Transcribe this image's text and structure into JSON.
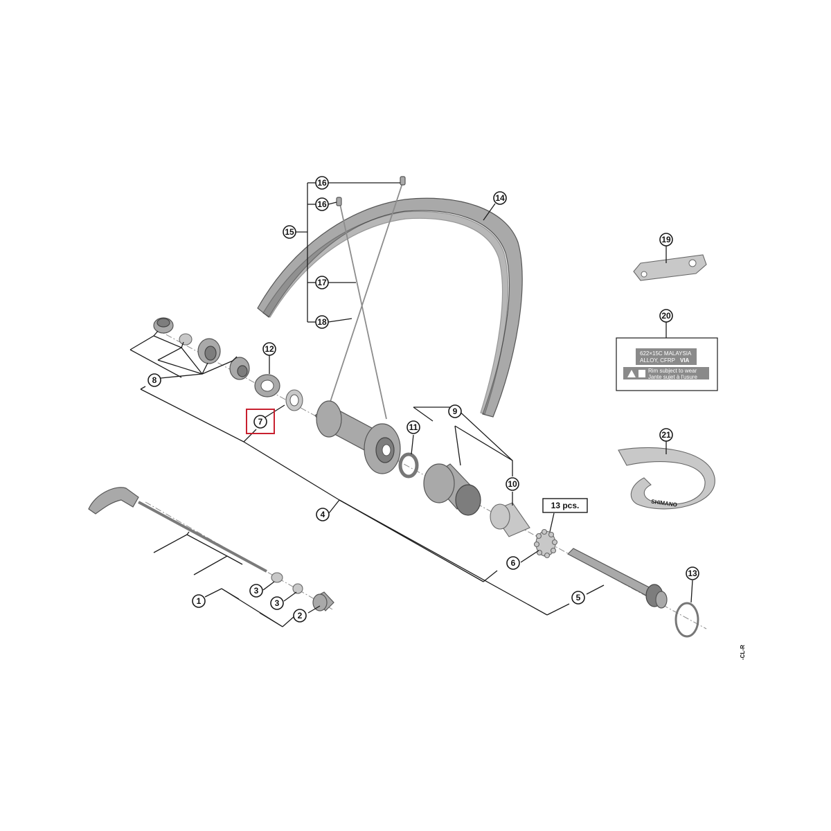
{
  "callouts": {
    "c1": "1",
    "c2": "2",
    "c3a": "3",
    "c3b": "3",
    "c4": "4",
    "c5": "5",
    "c6": "6",
    "c7": "7",
    "c8": "8",
    "c9": "9",
    "c10": "10",
    "c11": "11",
    "c12": "12",
    "c13": "13",
    "c14": "14",
    "c15": "15",
    "c16a": "16",
    "c16b": "16",
    "c17": "17",
    "c18": "18",
    "c19": "19",
    "c20": "20",
    "c21": "21"
  },
  "bearing_count_label": "13 pcs.",
  "rim_sticker": {
    "line1": "622×15C  MALAYSIA",
    "line2": "ALLOY, CFRP",
    "brand": "VIA",
    "warning_en": "Rim subject to wear",
    "warning_fr": "Jante sujet à l'usure"
  },
  "rim_tape_brand": "SHIMANO",
  "diagram_code": "-CL-R",
  "highlighted_callout": "7",
  "colors": {
    "part": "#a9a9a9",
    "highlight": "#c8202f"
  }
}
